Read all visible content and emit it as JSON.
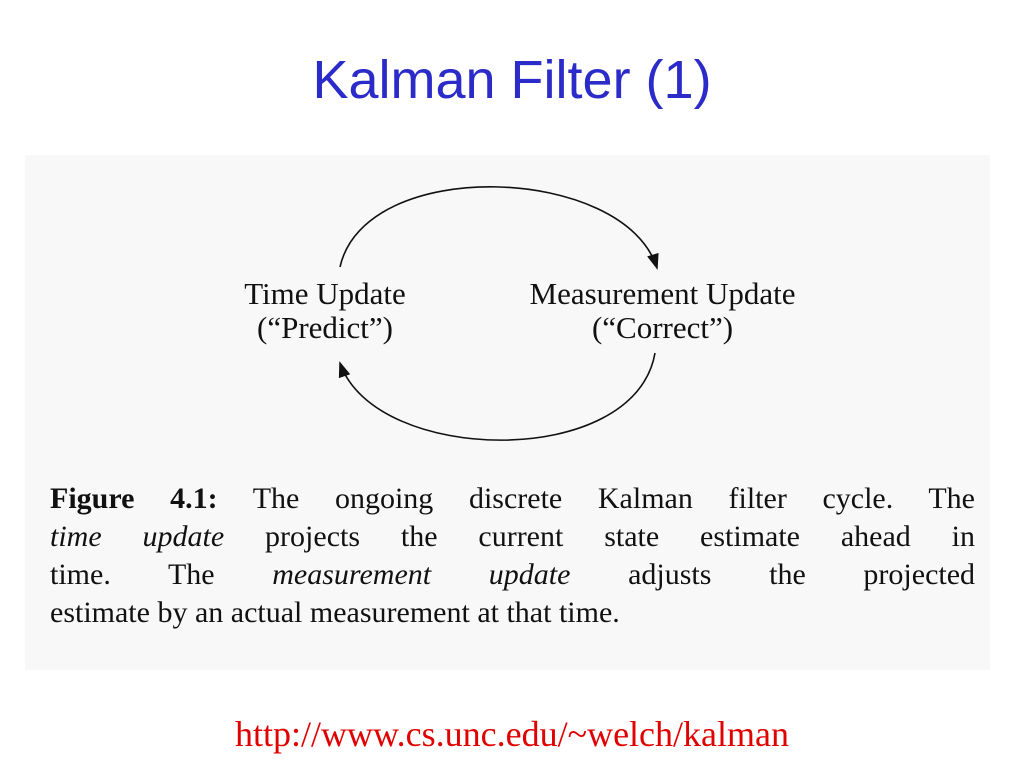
{
  "slide": {
    "title": "Kalman Filter (1)",
    "source_url": "http://www.cs.unc.edu/~welch/kalman",
    "title_color": "#2b2bc9",
    "url_color": "#e00000"
  },
  "diagram": {
    "type": "cycle",
    "nodes": [
      {
        "line1": "Time Update",
        "line2": "(“Predict”)"
      },
      {
        "line1": "Measurement Update",
        "line2": "(“Correct”)"
      }
    ],
    "edges": [
      {
        "from": "Time Update",
        "to": "Measurement Update",
        "direction": "clockwise-top"
      },
      {
        "from": "Measurement Update",
        "to": "Time Update",
        "direction": "clockwise-bottom"
      }
    ]
  },
  "caption": {
    "label": "Figure 4.1:",
    "line1_rest": "The ongoing discrete Kalman filter cycle. The",
    "line2_italic": "time update",
    "line2_rest": "projects the current state estimate ahead in",
    "line3_pre": "time. The",
    "line3_italic": "measurement update",
    "line3_rest": "adjusts the projected",
    "line4": "estimate by an actual measurement at that time."
  }
}
